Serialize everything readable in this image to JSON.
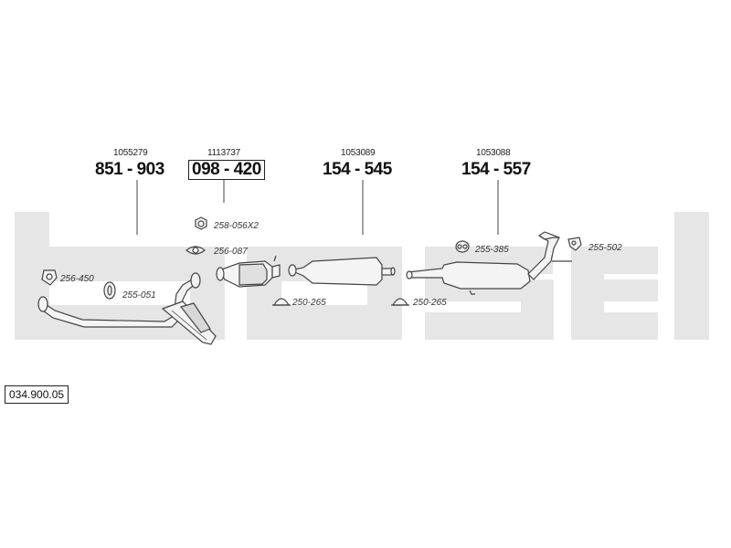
{
  "diagram_code": "034.900.05",
  "parts": [
    {
      "ref": "1055279",
      "part_number": "851 - 903",
      "boxed": false
    },
    {
      "ref": "1113737",
      "part_number": "098 - 420",
      "boxed": true
    },
    {
      "ref": "1053089",
      "part_number": "154 - 545",
      "boxed": false
    },
    {
      "ref": "1053088",
      "part_number": "154 - 557",
      "boxed": false
    }
  ],
  "fittings": {
    "f1": "258-056X2",
    "f2": "256-087",
    "f3": "256-450",
    "f4": "255-051",
    "f5": "250-265",
    "f6": "250-265",
    "f7": "255-385",
    "f8": "255-502"
  },
  "colors": {
    "watermark": "#e6e6e6",
    "line": "#444444",
    "part_fill": "#f4f4f4"
  }
}
